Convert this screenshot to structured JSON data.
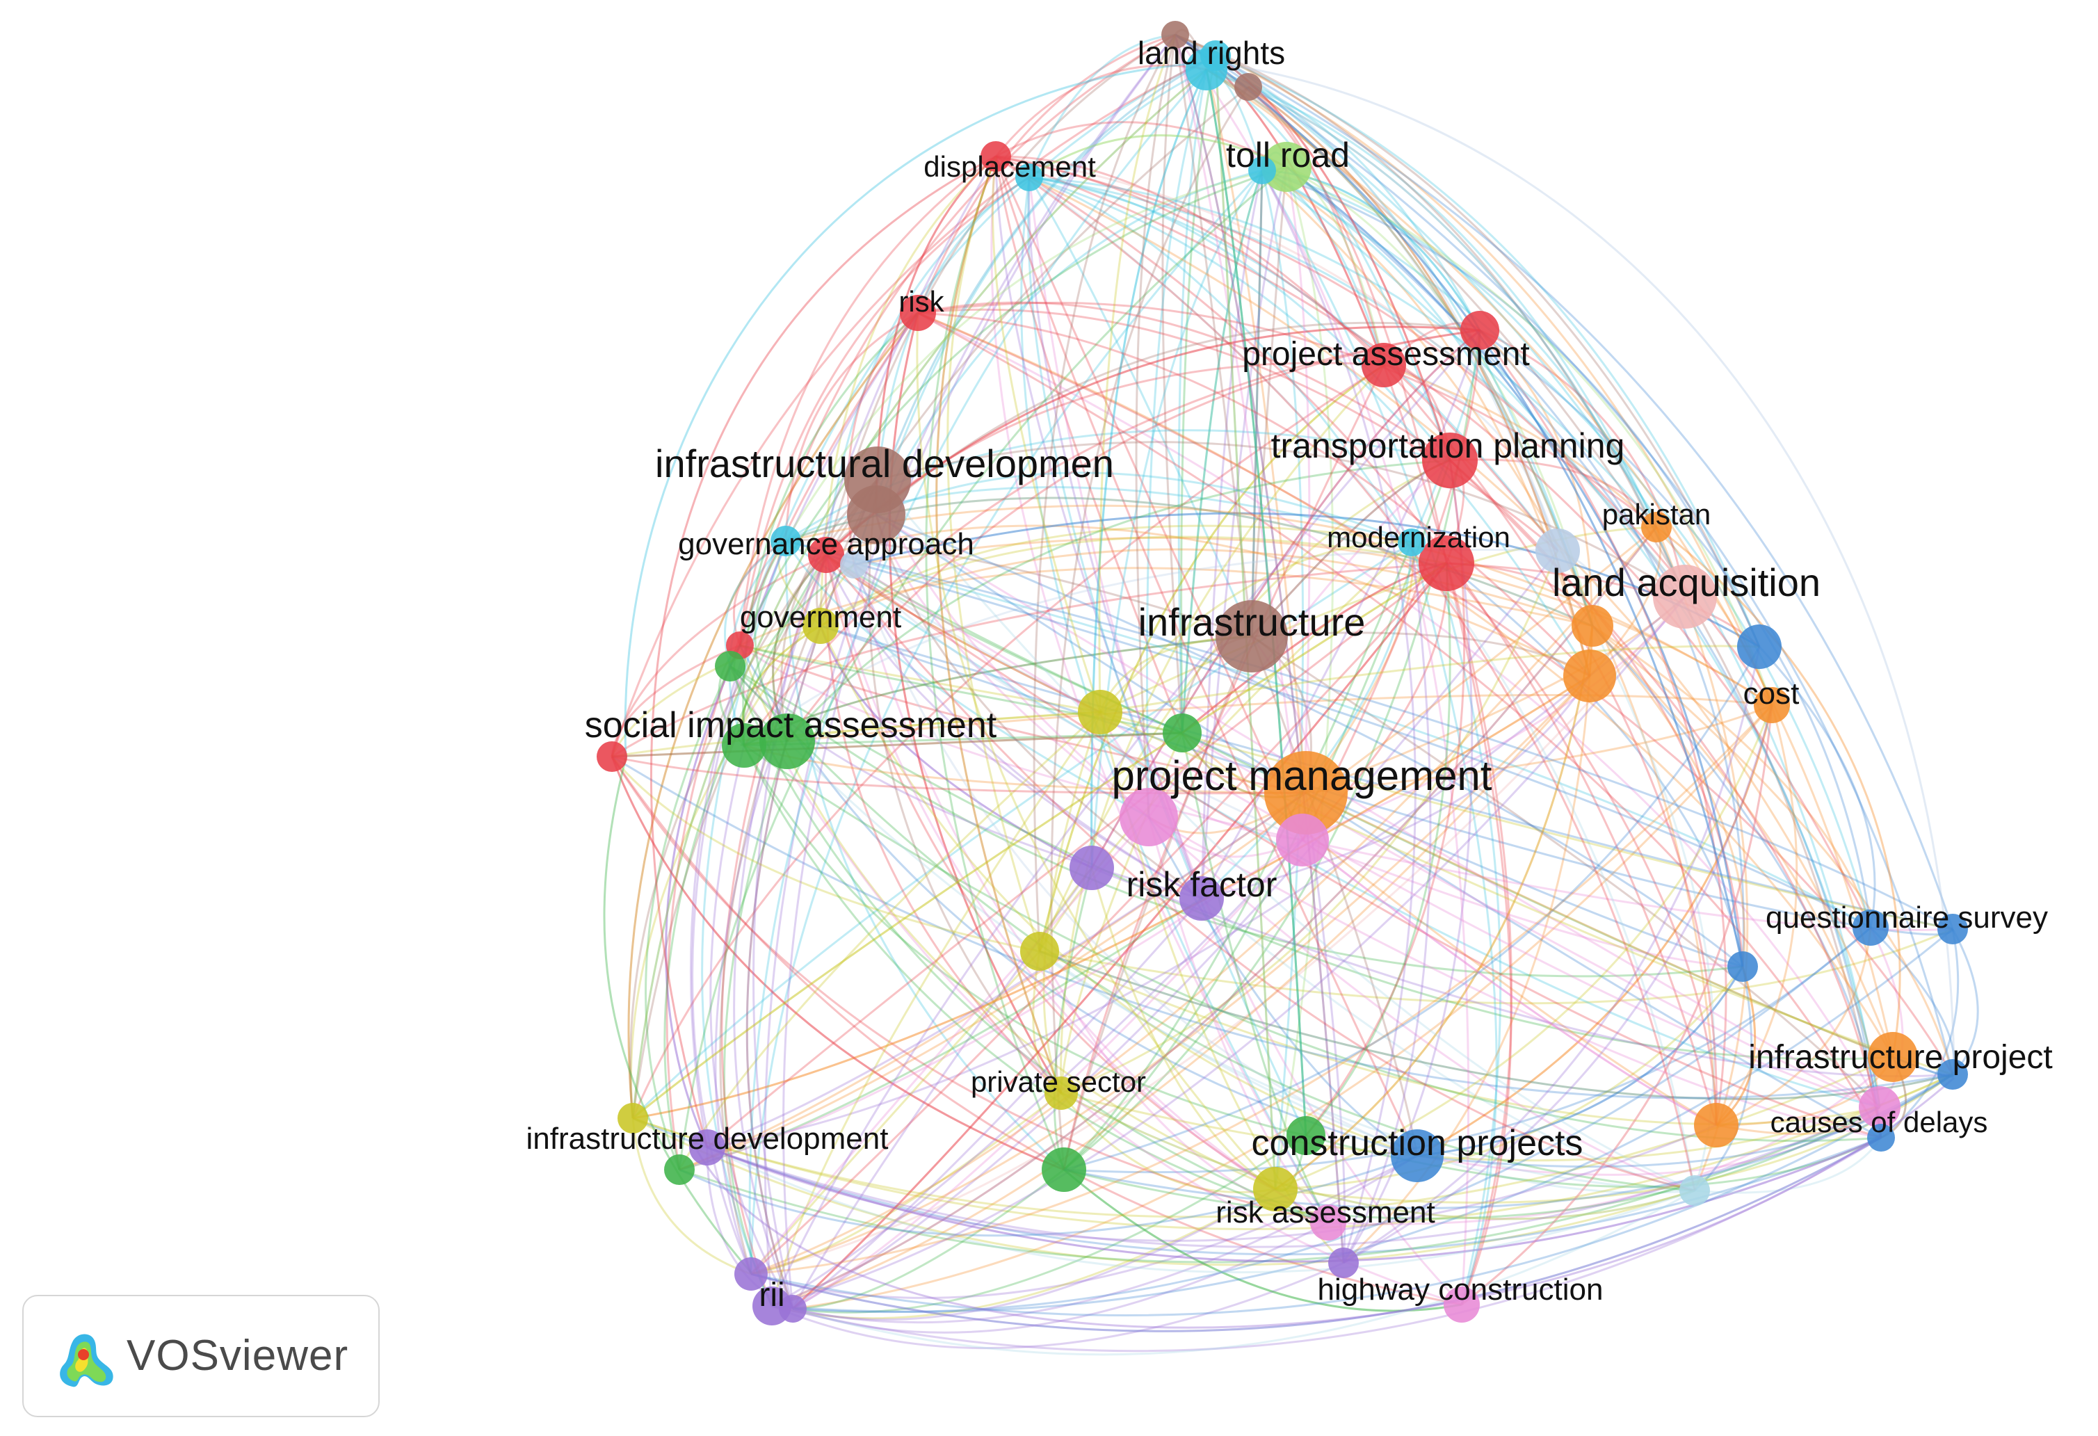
{
  "app": {
    "name": "VOSviewer"
  },
  "clusters": {
    "red": "#e8404a",
    "brown": "#a5746a",
    "cyan": "#3fc4e0",
    "lightgreen": "#9edc74",
    "green": "#3fb34a",
    "yellow": "#c9c625",
    "orange": "#f58f2e",
    "pink": "#e88ad6",
    "purple": "#9a73d6",
    "blue": "#3f87d4",
    "lightblue": "#b8cde6",
    "lightpink": "#f0b4b4",
    "lightcyan": "#a8d7e6"
  },
  "labels": {
    "land_rights": "land rights",
    "toll_road": "toll road",
    "displacement": "displacement",
    "risk": "risk",
    "project_assessment": "project assessment",
    "transportation_planning": "transportation planning",
    "infrastructural_development": "infrastructural developmen",
    "governance_approach": "governance approach",
    "modernization": "modernization",
    "pakistan": "pakistan",
    "land_acquisition": "land acquisition",
    "government": "government",
    "infrastructure": "infrastructure",
    "cost": "cost",
    "social_impact_assessment": "social impact assessment",
    "project_management": "project management",
    "risk_factor": "risk factor",
    "questionnaire_survey": "questionnaire survey",
    "infrastructure_project": "infrastructure project",
    "private_sector": "private sector",
    "causes_of_delays": "causes of delays",
    "infrastructure_development": "infrastructure development",
    "construction_projects": "construction projects",
    "risk_assessment": "risk assessment",
    "rii": "rii",
    "highway_construction": "highway construction"
  }
}
